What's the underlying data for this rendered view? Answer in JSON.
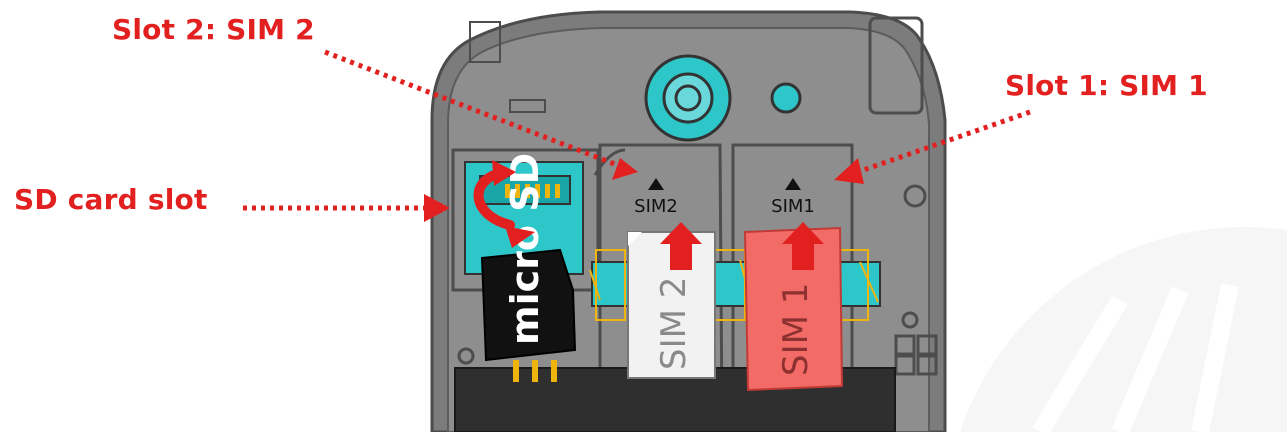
{
  "callouts": {
    "slot2": "Slot 2: SIM 2",
    "slot1": "Slot 1:  SIM 1",
    "sd": "SD card slot"
  },
  "phone": {
    "slot_label_sim2": "SIM2",
    "slot_label_sim1": "SIM1",
    "card_sim2": "SIM 2",
    "card_sim1": "SIM 1",
    "card_micro_sd": "micro SD"
  },
  "colors": {
    "callout_red": "#e32020",
    "sim1_card": "#f26b66",
    "sim2_card": "#f2f2f2",
    "phone_body": "#7c7c7c",
    "phone_inner": "#8e8e8e",
    "camera_cyan": "#2ec7c9",
    "battery": "#2f2f2f",
    "tray_gold": "#f0b40f"
  },
  "icons": {
    "slot_marker": "triangle-up-icon",
    "insert_arrow": "arrow-up-icon",
    "rotate_arrow": "curved-arrow-icon"
  }
}
